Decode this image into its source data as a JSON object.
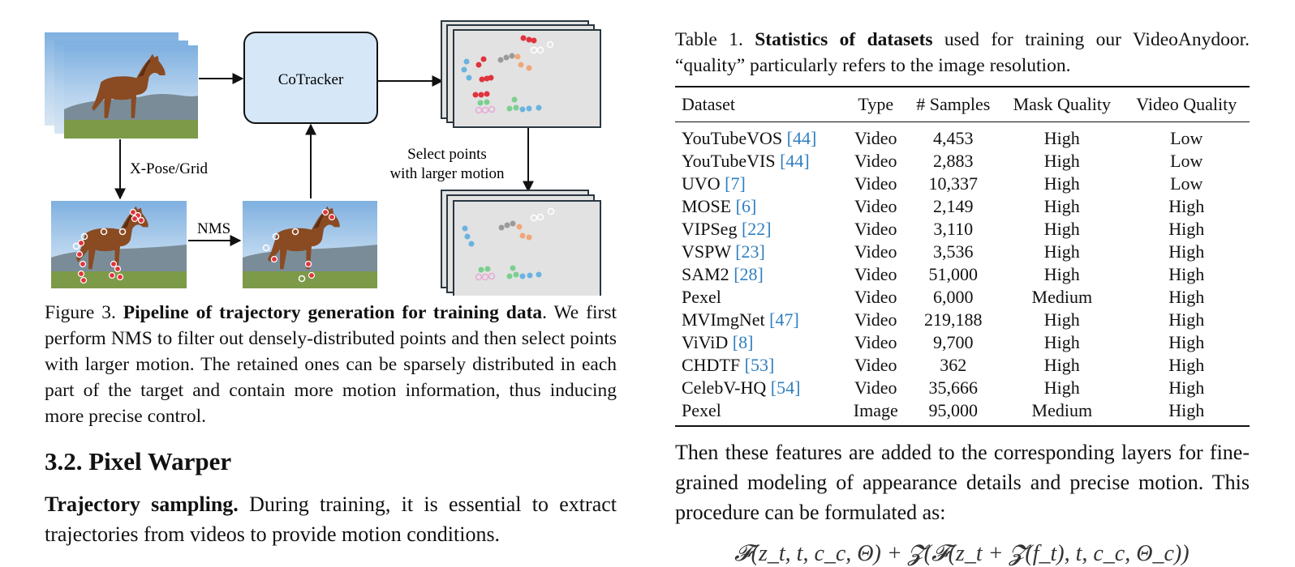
{
  "figure": {
    "cotracker_label": "CoTracker",
    "xpose_label": "X-Pose/Grid",
    "nms_label": "NMS",
    "select_label_1": "Select points",
    "select_label_2": "with larger motion",
    "colors": {
      "box_fill": "#d6e7f7",
      "frame_fill": "#e2e2e2",
      "frame_border": "#2a3640",
      "red_dot": "#e0343c"
    }
  },
  "caption": {
    "prefix": "Figure 3. ",
    "bold": "Pipeline of trajectory generation for training data",
    "rest": ". We first perform NMS to filter out densely-distributed points and then select points with larger motion. The retained ones can be sparsely distributed in each part of the target and contain more motion information, thus inducing more precise control."
  },
  "section": {
    "title": "3.2. Pixel Warper"
  },
  "paragraph": {
    "bold": "Trajectory sampling.",
    "text": " During training, it is essential to extract trajectories from videos to provide motion conditions."
  },
  "table": {
    "caption_prefix": "Table 1. ",
    "caption_bold": "Statistics of datasets",
    "caption_rest": " used for training our VideoAnydoor. “quality” particularly refers to the image resolution.",
    "headers": [
      "Dataset",
      "Type",
      "# Samples",
      "Mask Quality",
      "Video Quality"
    ],
    "rows": [
      {
        "name": "YouTubeVOS ",
        "ref": "[44]",
        "type": "Video",
        "samples": "4,453",
        "mask": "High",
        "video": "Low"
      },
      {
        "name": "YouTubeVIS ",
        "ref": "[44]",
        "type": "Video",
        "samples": "2,883",
        "mask": "High",
        "video": "Low"
      },
      {
        "name": "UVO ",
        "ref": "[7]",
        "type": "Video",
        "samples": "10,337",
        "mask": "High",
        "video": "Low"
      },
      {
        "name": "MOSE ",
        "ref": "[6]",
        "type": "Video",
        "samples": "2,149",
        "mask": "High",
        "video": "High"
      },
      {
        "name": "VIPSeg ",
        "ref": "[22]",
        "type": "Video",
        "samples": "3,110",
        "mask": "High",
        "video": "High"
      },
      {
        "name": "VSPW ",
        "ref": "[23]",
        "type": "Video",
        "samples": "3,536",
        "mask": "High",
        "video": "High"
      },
      {
        "name": "SAM2 ",
        "ref": "[28]",
        "type": "Video",
        "samples": "51,000",
        "mask": "High",
        "video": "High"
      },
      {
        "name": "Pexel",
        "ref": "",
        "type": "Video",
        "samples": "6,000",
        "mask": "Medium",
        "video": "High"
      },
      {
        "name": "MVImgNet ",
        "ref": "[47]",
        "type": "Video",
        "samples": "219,188",
        "mask": "High",
        "video": "High"
      },
      {
        "name": "ViViD ",
        "ref": "[8]",
        "type": "Video",
        "samples": "9,700",
        "mask": "High",
        "video": "High"
      },
      {
        "name": "CHDTF ",
        "ref": "[53]",
        "type": "Video",
        "samples": "362",
        "mask": "High",
        "video": "High"
      },
      {
        "name": "CelebV-HQ ",
        "ref": "[54]",
        "type": "Video",
        "samples": "35,666",
        "mask": "High",
        "video": "High"
      },
      {
        "name": "Pexel",
        "ref": "",
        "type": "Image",
        "samples": "95,000",
        "mask": "Medium",
        "video": "High"
      }
    ]
  },
  "right_paragraph": {
    "text": "Then these features are added to the corresponding layers for fine-grained modeling of appearance details and precise motion. This procedure can be formulated as:"
  },
  "equation": {
    "text": "𝓕(z_t, t, c_c, Θ) + 𝓩(𝓕(z_t + 𝓩(f_t), t, c_c, Θ_c))"
  }
}
